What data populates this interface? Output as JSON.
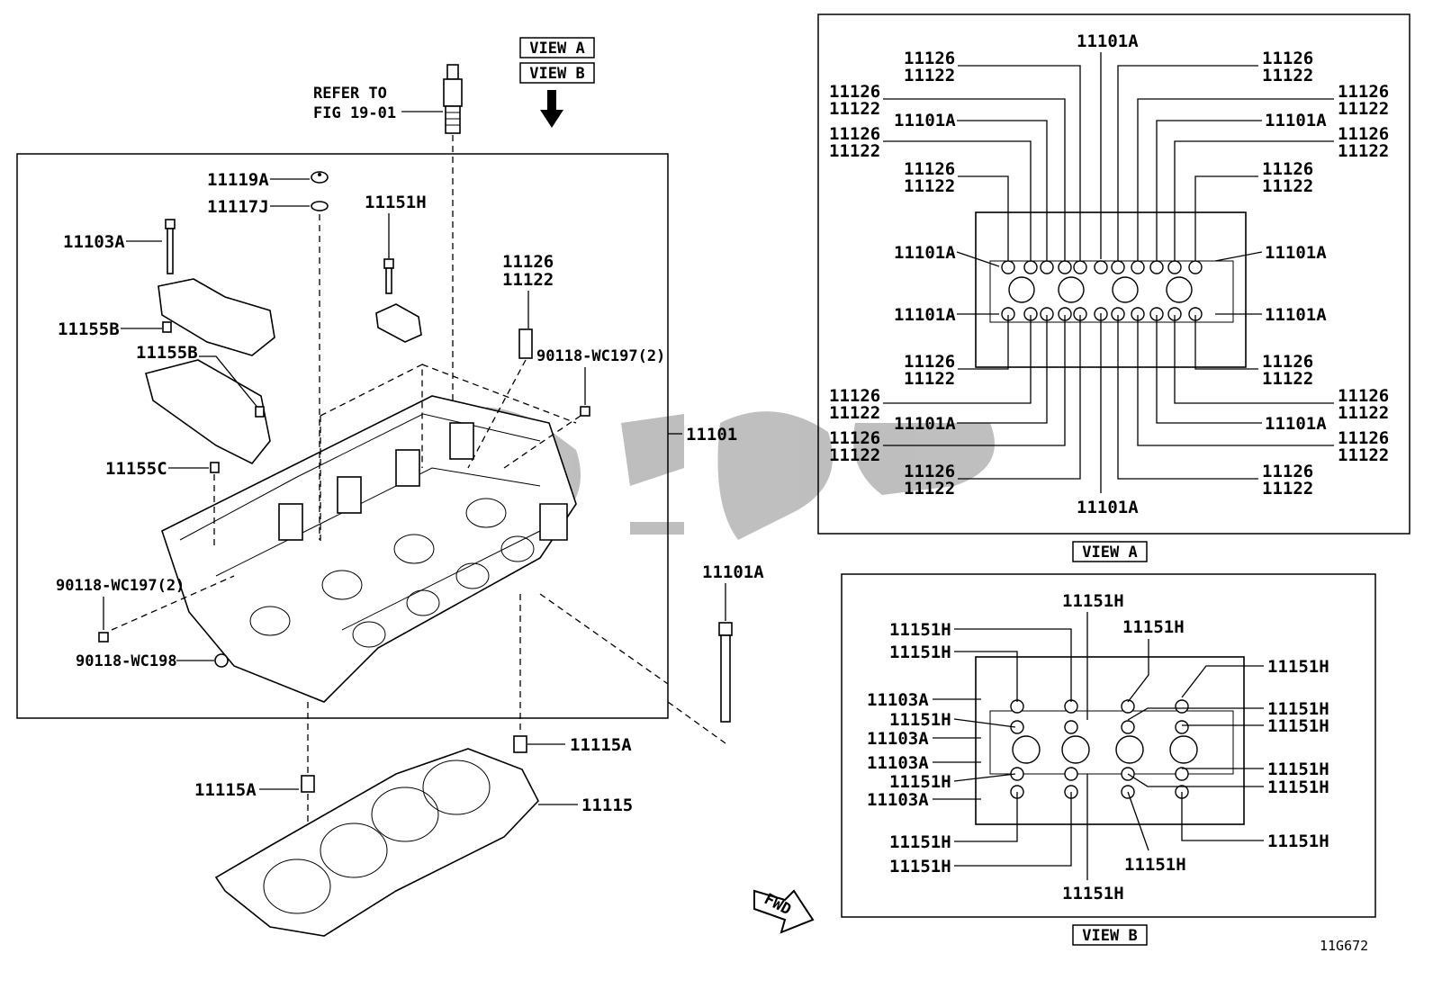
{
  "refer": {
    "line1": "REFER TO",
    "line2": "FIG 19-01"
  },
  "view_tags": {
    "a": "VIEW A",
    "b": "VIEW B"
  },
  "watermark": "ﻳﯙﻗ",
  "fwd_label": "FWD",
  "figure_code": "11G672",
  "main": {
    "p11119A": "11119A",
    "p11117J": "11117J",
    "p11151H": "11151H",
    "p11103A": "11103A",
    "p11155B_1": "11155B",
    "p11155B_2": "11155B",
    "p11126": "11126",
    "p11122": "11122",
    "p90118_wc197_r": "90118-WC197(2)",
    "p11101": "11101",
    "p11155C": "11155C",
    "p90118_wc197_l": "90118-WC197(2)",
    "p90118_wc198": "90118-WC198",
    "p11101A": "11101A",
    "p11115A_r": "11115A",
    "p11115A_l": "11115A",
    "p11115": "11115"
  },
  "view_a": {
    "top_center": "11101A",
    "bottom_center": "11101A",
    "left_pairs": [
      {
        "a": "11126",
        "b": "11122"
      },
      {
        "a": "11126",
        "b": "11122"
      },
      {
        "a": "11126",
        "b": "11122"
      },
      {
        "a": "11126",
        "b": "11122"
      }
    ],
    "left_singles": [
      "11101A",
      "11101A",
      "11101A",
      "11101A"
    ],
    "left_lower_pairs": [
      {
        "a": "11126",
        "b": "11122"
      },
      {
        "a": "11126",
        "b": "11122"
      },
      {
        "a": "11126",
        "b": "11122"
      },
      {
        "a": "11126",
        "b": "11122"
      }
    ],
    "right_pairs": [
      {
        "a": "11126",
        "b": "11122"
      },
      {
        "a": "11126",
        "b": "11122"
      },
      {
        "a": "11126",
        "b": "11122"
      },
      {
        "a": "11126",
        "b": "11122"
      }
    ],
    "right_singles": [
      "11101A",
      "11101A",
      "11101A",
      "11101A"
    ],
    "right_lower_pairs": [
      {
        "a": "11126",
        "b": "11122"
      },
      {
        "a": "11126",
        "b": "11122"
      },
      {
        "a": "11126",
        "b": "11122"
      },
      {
        "a": "11126",
        "b": "11122"
      }
    ]
  },
  "view_b": {
    "top_center": "11151H",
    "bottom_center": "11151H",
    "top_right": "11151H",
    "bottom_right": "11151H",
    "left": [
      "11151H",
      "11151H",
      "11103A",
      "11151H",
      "11103A",
      "11103A",
      "11151H",
      "11103A",
      "11151H",
      "11151H"
    ],
    "right": [
      "11151H",
      "11151H",
      "11151H",
      "11151H",
      "11151H",
      "11151H"
    ]
  }
}
